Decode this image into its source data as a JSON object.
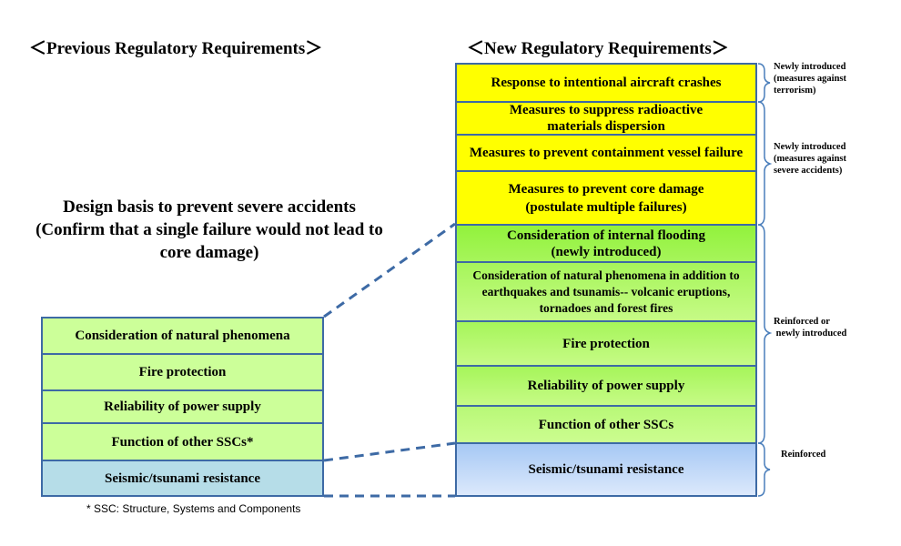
{
  "headings": {
    "previous": "＜Previous Regulatory Requirements＞",
    "new": "＜New Regulatory Requirements＞"
  },
  "design_basis": {
    "line1": "Design basis to prevent severe accidents",
    "line2": "(Confirm that a single failure would not lead to",
    "line3": "core damage)"
  },
  "previous_requirements": [
    {
      "label": "Consideration of natural phenomena",
      "color": "#ccff99"
    },
    {
      "label": "Fire protection",
      "color": "#ccff99"
    },
    {
      "label": "Reliability of power supply",
      "color": "#ccff99"
    },
    {
      "label": "Function of other SSCs*",
      "color": "#ccff99"
    },
    {
      "label": "Seismic/tsunami resistance",
      "color": "#b6dde8"
    }
  ],
  "new_requirements": [
    {
      "label": "Response to intentional aircraft crashes",
      "color": "#ffff00"
    },
    {
      "label": "Measures to suppress radioactive materials dispersion",
      "color": "#ffff00"
    },
    {
      "label": "Measures to prevent containment vessel failure",
      "color": "#ffff00"
    },
    {
      "label": "Measures to prevent core damage (postulate multiple failures)",
      "color": "#ffff00"
    },
    {
      "label": "Consideration of internal flooding (newly introduced)",
      "color": "#92f23c"
    },
    {
      "label": "Consideration of natural phenomena in addition to earthquakes and tsunamis-- volcanic eruptions, tornadoes and forest fires",
      "color": "#a6f55a"
    },
    {
      "label": "Fire protection",
      "color": "#a6f55a"
    },
    {
      "label": "Reliability of power supply",
      "color": "#b2f76c"
    },
    {
      "label": "Function of other SSCs",
      "color": "#c6fb86"
    },
    {
      "label": "Seismic/tsunami resistance",
      "color": "#a6c8f4"
    }
  ],
  "brace_labels": [
    {
      "line1": "Newly introduced",
      "line2": "(measures against",
      "line3": "terrorism)"
    },
    {
      "line1": "Newly introduced",
      "line2": "(measures against",
      "line3": "severe accidents)"
    },
    {
      "line1": "Reinforced or",
      "line2": " newly introduced"
    },
    {
      "line1": "Reinforced"
    }
  ],
  "footnote": "* SSC: Structure, Systems and Components",
  "colors": {
    "border": "#3d6aa5",
    "connector": "#3d6aa5",
    "brace": "#4a7ebb"
  }
}
